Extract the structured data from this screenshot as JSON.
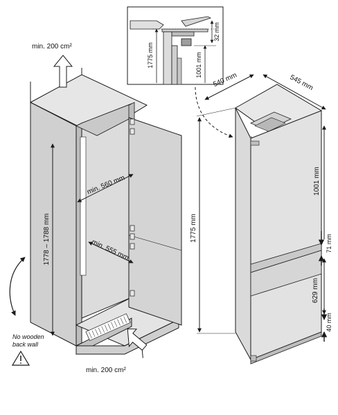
{
  "labels": {
    "vent_top": "min. 200 cm²",
    "vent_bottom": "min. 200 cm²",
    "niche_height": "1778 – 1788 mm",
    "niche_width": "min. 560 mm",
    "niche_depth": "min. 555 mm",
    "warning_line1": "No wooden",
    "warning_line2": "back wall",
    "width_540": "540 mm",
    "depth_545": "545 mm",
    "total_height": "1775 mm",
    "upper_door": "1001 mm",
    "gap_71": "71 mm",
    "lower_door": "629 mm",
    "bottom_40": "40 mm",
    "detail_1775": "1775 mm",
    "detail_1001": "1001 mm",
    "detail_32": "32 mm"
  },
  "colors": {
    "panel": "#d9d9d9",
    "panel_dark": "#bfbfbf",
    "line": "#1a1a1a",
    "arrow_fill": "#ffffff"
  },
  "icons": [
    "warning-triangle-icon",
    "airflow-arrow-up-icon",
    "airflow-arrow-in-icon"
  ]
}
